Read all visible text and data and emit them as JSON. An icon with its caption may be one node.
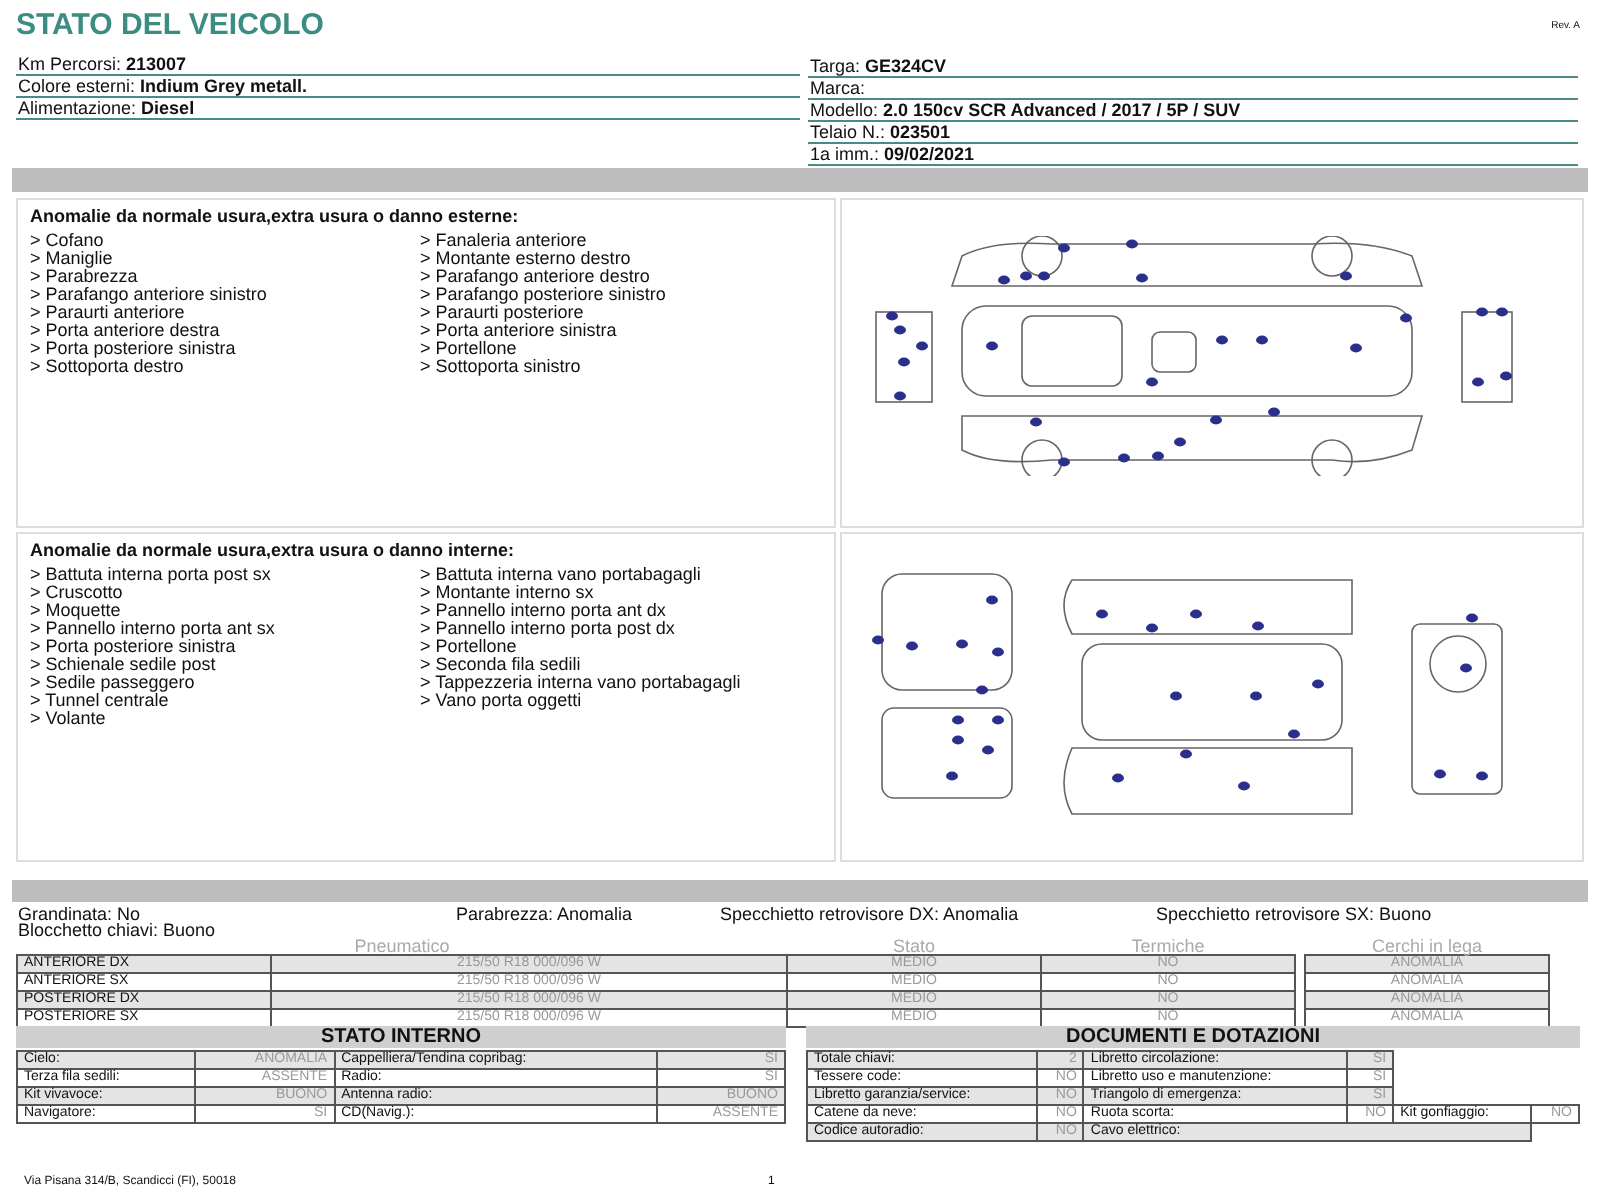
{
  "diagram": {
    "title": "STATO DEL VEICOLO",
    "nodes": [
      {
        "text": [
          "Anomalie da normale usura,extra usura o danno esterne:",
          "> Cofano",
          "> Maniglie",
          "> Parabrezza",
          "> Parafango anteriore sinistro",
          "> Paraurti anteriore",
          "> Porta anteriore destra",
          "> Porta posteriore sinistra",
          "> Sottoporta destro",
          "> Fanaleria anteriore",
          "> Montante esterno destro",
          "> Parafango anteriore destro",
          "> Parafango posteriore sinistro",
          "> Paraurti posteriore",
          "> Porta anteriore sinistra",
          "> Portellone",
          "> Sottoporta sinistro"
        ]
      },
      {
        "text": [
          "Anomalie da normale usura,extra usura o danno interne:",
          "> Battuta interna porta post sx",
          "> Cruscotto",
          "> Moquette",
          "> Pannello interno porta ant sx",
          "> Porta posteriore sinistra",
          "> Schienale sedile post",
          "> Sedile passeggero",
          "> Tunnel centrale",
          "> Volante",
          "> Battuta interna vano portabagagli",
          "> Montante interno sx",
          "> Pannello interno porta ant dx",
          "> Pannello interno porta post dx",
          "> Portellone",
          "> Seconda fila sedili",
          "> Tappezzeria interna vano portabagagli",
          "> Vano porta oggetti"
        ]
      }
    ],
    "edges": [],
    "labels": [
      "Rev. A",
      "Km Percorsi: **213007**",
      "Colore esterni: **Indium Grey metall.**",
      "Alimentazione: **Diesel**",
      "Targa: **GE324CV**",
      "Marca:",
      "Modello: **2.0 150cv SCR Advanced / 2017 / 5P / SUV**",
      "Telaio N.: **023501**",
      "1a imm.: **09/02/2021**",
      "Grandinata: No",
      "Parabrezza: Anomalia",
      "Specchietto retrovisore DX: Anomalia",
      "Specchietto retrovisore SX: Buono",
      "Blocchetto chiavi: Buono",
      "Pneumatico",
      "Stato",
      "Termiche",
      "Cerchi in lega",
      "ANTERIORE DX",
      "215/50 R18 000/096 W",
      "MEDIO",
      "NO",
      "ANOMALIA",
      "ANTERIORE SX",
      "215/50 R18 000/096 W",
      "MEDIO",
      "NO",
      "ANOMALIA",
      "POSTERIORE DX",
      "215/50 R18 000/096 W",
      "MEDIO",
      "NO",
      "ANOMALIA",
      "POSTERIORE SX",
      "215/50 R18 000/096 W",
      "MEDIO",
      "NO",
      "ANOMALIA",
      "STATO INTERNO",
      "Cielo:",
      "ANOMALIA",
      "Cappelliera/Tendina copribag:",
      "SI",
      "Terza fila sedili:",
      "ASSENTE",
      "Radio:",
      "SI",
      "Kit vivavoce:",
      "BUONO",
      "Antenna radio:",
      "BUONO",
      "Navigatore:",
      "SI",
      "CD(Navig.):",
      "ASSENTE",
      "DOCUMENTI E DOTAZIONI",
      "Totale chiavi:",
      "2",
      "Libretto circolazione:",
      "SI",
      "Tessere code:",
      "NO",
      "Libretto uso e manutenzione:",
      "SI",
      "Libretto garanzia/service:",
      "NO",
      "Triangolo di emergenza:",
      "SI",
      "Catene da neve:",
      "NO",
      "Ruota scorta:",
      "NO",
      "Kit gonfiaggio:",
      "NO",
      "Codice autoradio:",
      "NO",
      "Cavo elettrico:",
      "Via Pisana 314/B, Scandicci (FI), 50018",
      "1"
    ]
  }
}
